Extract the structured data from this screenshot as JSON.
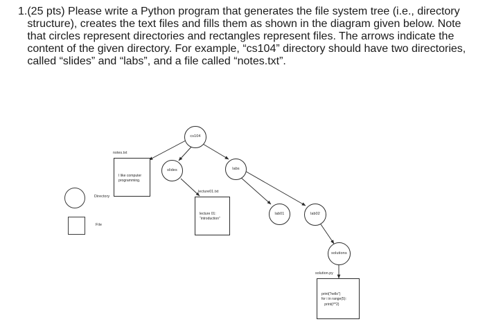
{
  "question": {
    "number": "1.",
    "text": "(25 pts) Please write a Python program that generates the file system tree (i.e., directory structure), creates the text files and fills them as shown in the diagram given below. Note that circles represent directories and rectangles represent files. The arrows indicate the content of the given directory. For example, “cs104” directory should have two directories, called “slides” and “labs”, and a file called “notes.txt”."
  },
  "legend": {
    "directory_label": "Directory",
    "file_label": "File"
  },
  "diagram": {
    "directories": [
      {
        "id": "cs104",
        "label": "cs104"
      },
      {
        "id": "slides",
        "label": "slides"
      },
      {
        "id": "labs",
        "label": "labs"
      },
      {
        "id": "lab01",
        "label": "lab01"
      },
      {
        "id": "lab02",
        "label": "lab02"
      },
      {
        "id": "solutions",
        "label": "solutions"
      }
    ],
    "files": [
      {
        "id": "notes",
        "name": "notes.txt",
        "content": "I like computer\nprogramming."
      },
      {
        "id": "lecture01",
        "name": "lecture01.txt",
        "content": "lecture 01:\n“introduction”"
      },
      {
        "id": "solution",
        "name": "solution.py",
        "content": "print(“hello”)\nfor i in range(5):\n   print(i**2)"
      }
    ],
    "edges": [
      {
        "from": "cs104",
        "to": "notes"
      },
      {
        "from": "cs104",
        "to": "slides"
      },
      {
        "from": "cs104",
        "to": "labs"
      },
      {
        "from": "slides",
        "to": "lecture01"
      },
      {
        "from": "labs",
        "to": "lab01"
      },
      {
        "from": "labs",
        "to": "lab02"
      },
      {
        "from": "lab02",
        "to": "solutions"
      },
      {
        "from": "solutions",
        "to": "solution"
      }
    ],
    "colors": {
      "stroke": "#2b2b2b",
      "background": "#ffffff",
      "text": "#222222"
    }
  }
}
